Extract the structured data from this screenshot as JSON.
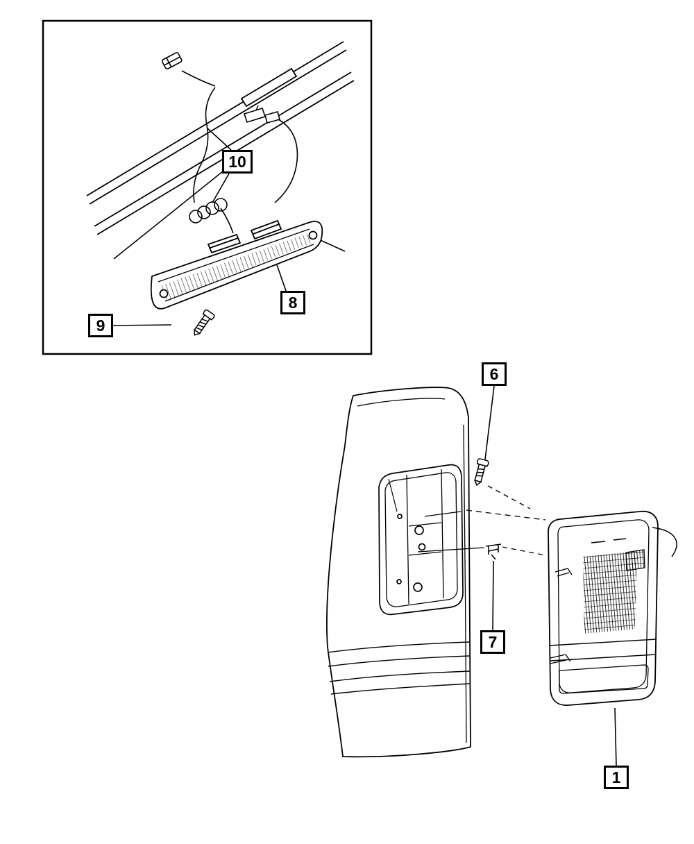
{
  "page": {
    "background": "#ffffff",
    "line_color": "#000000"
  },
  "callouts": {
    "c10": {
      "label": "10"
    },
    "c8": {
      "label": "8"
    },
    "c9": {
      "label": "9"
    },
    "c6": {
      "label": "6"
    },
    "c7": {
      "label": "7"
    },
    "c1": {
      "label": "1"
    }
  }
}
